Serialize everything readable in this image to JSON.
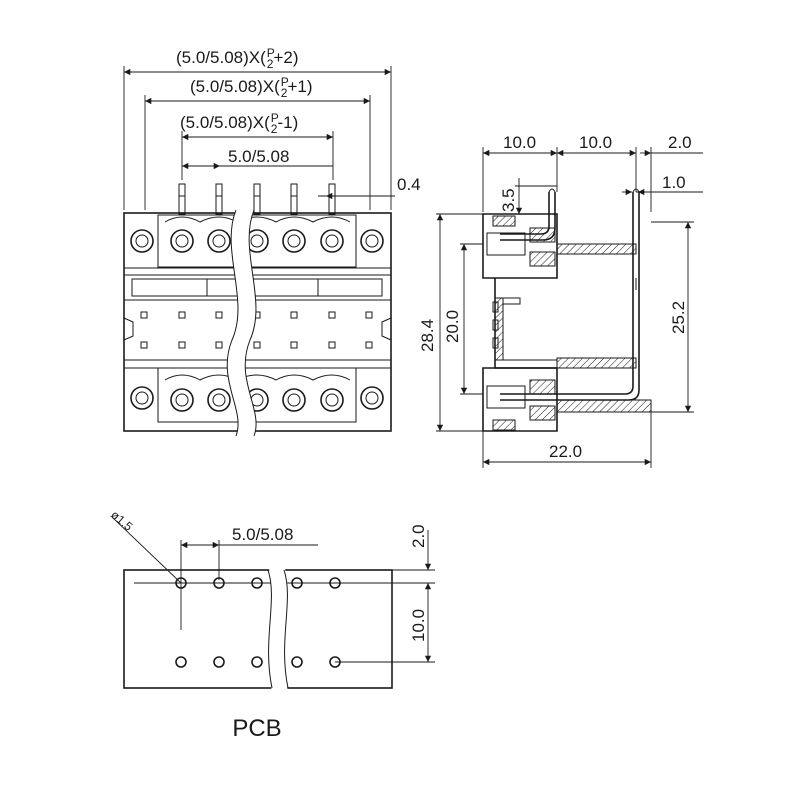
{
  "front_view": {
    "dim_overall_prefix": "(5.0/5.08)X(",
    "dim_overall_suffix": "+2)",
    "dim_mid_prefix": "(5.0/5.08)X(",
    "dim_mid_suffix": "+1)",
    "dim_inner_prefix": "(5.0/5.08)X(",
    "dim_inner_suffix": "-1)",
    "frac_num": "P",
    "frac_den": "2",
    "pitch": "5.0/5.08",
    "pin_thickness": "0.4"
  },
  "side_view": {
    "dim_a": "10.0",
    "dim_b": "10.0",
    "dim_c": "2.0",
    "dim_d": "1.0",
    "dim_e": "3.5",
    "height_total": "28.4",
    "height_inner": "20.0",
    "height_right": "25.2",
    "depth": "22.0"
  },
  "pcb_view": {
    "hole_diameter": "ø1.5",
    "pitch": "5.0/5.08",
    "offset_top": "2.0",
    "row_spacing": "10.0",
    "label": "PCB"
  }
}
